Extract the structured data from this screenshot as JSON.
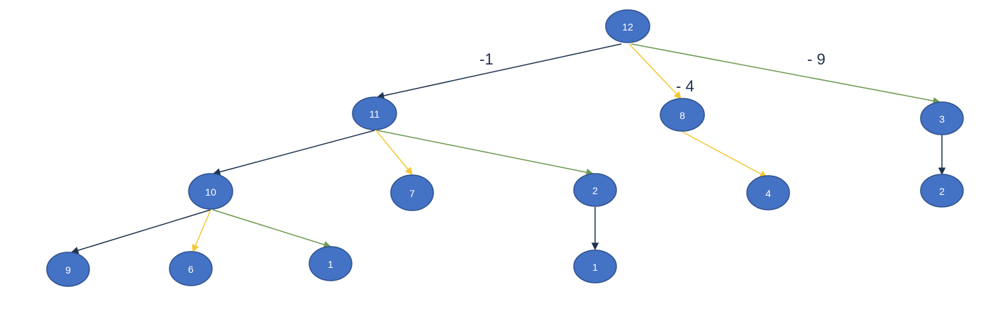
{
  "colors": {
    "node_fill": "#4472c4",
    "node_stroke": "#2f528f",
    "edge_dark": "#1f3350",
    "edge_yellow": "#f2c832",
    "edge_green": "#6e9a50",
    "label_text": "#1f2f4a"
  },
  "nodes": [
    {
      "id": "n12",
      "label": "12"
    },
    {
      "id": "n11",
      "label": "11"
    },
    {
      "id": "n8",
      "label": "8"
    },
    {
      "id": "n3",
      "label": "3"
    },
    {
      "id": "n10",
      "label": "10"
    },
    {
      "id": "n7",
      "label": "7"
    },
    {
      "id": "n2a",
      "label": "2"
    },
    {
      "id": "n4",
      "label": "4"
    },
    {
      "id": "n2b",
      "label": "2"
    },
    {
      "id": "n9",
      "label": "9"
    },
    {
      "id": "n6",
      "label": "6"
    },
    {
      "id": "n1a",
      "label": "1"
    },
    {
      "id": "n1b",
      "label": "1"
    }
  ],
  "edges": [
    {
      "from": "n12",
      "to": "n11",
      "color": "dark",
      "label": "-1"
    },
    {
      "from": "n12",
      "to": "n8",
      "color": "yellow",
      "label": "- 4"
    },
    {
      "from": "n12",
      "to": "n3",
      "color": "green",
      "label": "- 9"
    },
    {
      "from": "n11",
      "to": "n10",
      "color": "dark"
    },
    {
      "from": "n11",
      "to": "n7",
      "color": "yellow"
    },
    {
      "from": "n11",
      "to": "n2a",
      "color": "green"
    },
    {
      "from": "n8",
      "to": "n4",
      "color": "yellow"
    },
    {
      "from": "n3",
      "to": "n2b",
      "color": "dark"
    },
    {
      "from": "n10",
      "to": "n9",
      "color": "dark"
    },
    {
      "from": "n10",
      "to": "n6",
      "color": "yellow"
    },
    {
      "from": "n10",
      "to": "n1a",
      "color": "green"
    },
    {
      "from": "n2a",
      "to": "n1b",
      "color": "dark"
    }
  ]
}
